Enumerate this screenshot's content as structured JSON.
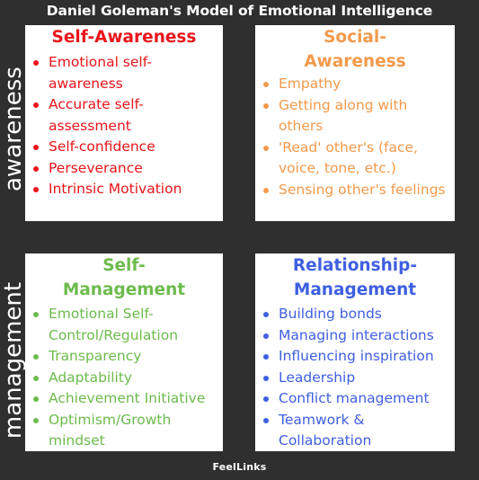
{
  "title": "Daniel Goleman's Model of Emotional Intelligence",
  "row_labels": {
    "top": "awareness",
    "bottom": "management"
  },
  "quadrants": {
    "self_awareness": {
      "title_lines": [
        "Self-Awareness"
      ],
      "color": "#e8151b",
      "items": [
        "Emotional self-awareness",
        "Accurate self-assessment",
        "Self-confidence",
        "Perseverance",
        "Intrinsic Motivation"
      ]
    },
    "social_awareness": {
      "title_lines": [
        "Social-",
        "Awareness"
      ],
      "color": "#f39a4c",
      "items": [
        "Empathy",
        "Getting along with others",
        "'Read' other's (face, voice, tone, etc.)",
        "Sensing other's feelings"
      ]
    },
    "self_management": {
      "title_lines": [
        "Self-",
        "Management"
      ],
      "color": "#6dbb4d",
      "items": [
        "Emotional Self-Control/Regulation",
        "Transparency",
        "Adaptability",
        "Achievement Initiative",
        "Optimism/Growth mindset"
      ]
    },
    "relationship_management": {
      "title_lines": [
        "Relationship-",
        "Management"
      ],
      "color": "#3f5fe0",
      "items": [
        "Building bonds",
        "Managing interactions",
        "Influencing inspiration",
        "Leadership",
        "Conflict management",
        "Teamwork & Collaboration"
      ]
    }
  },
  "brand": "FeelLinks"
}
